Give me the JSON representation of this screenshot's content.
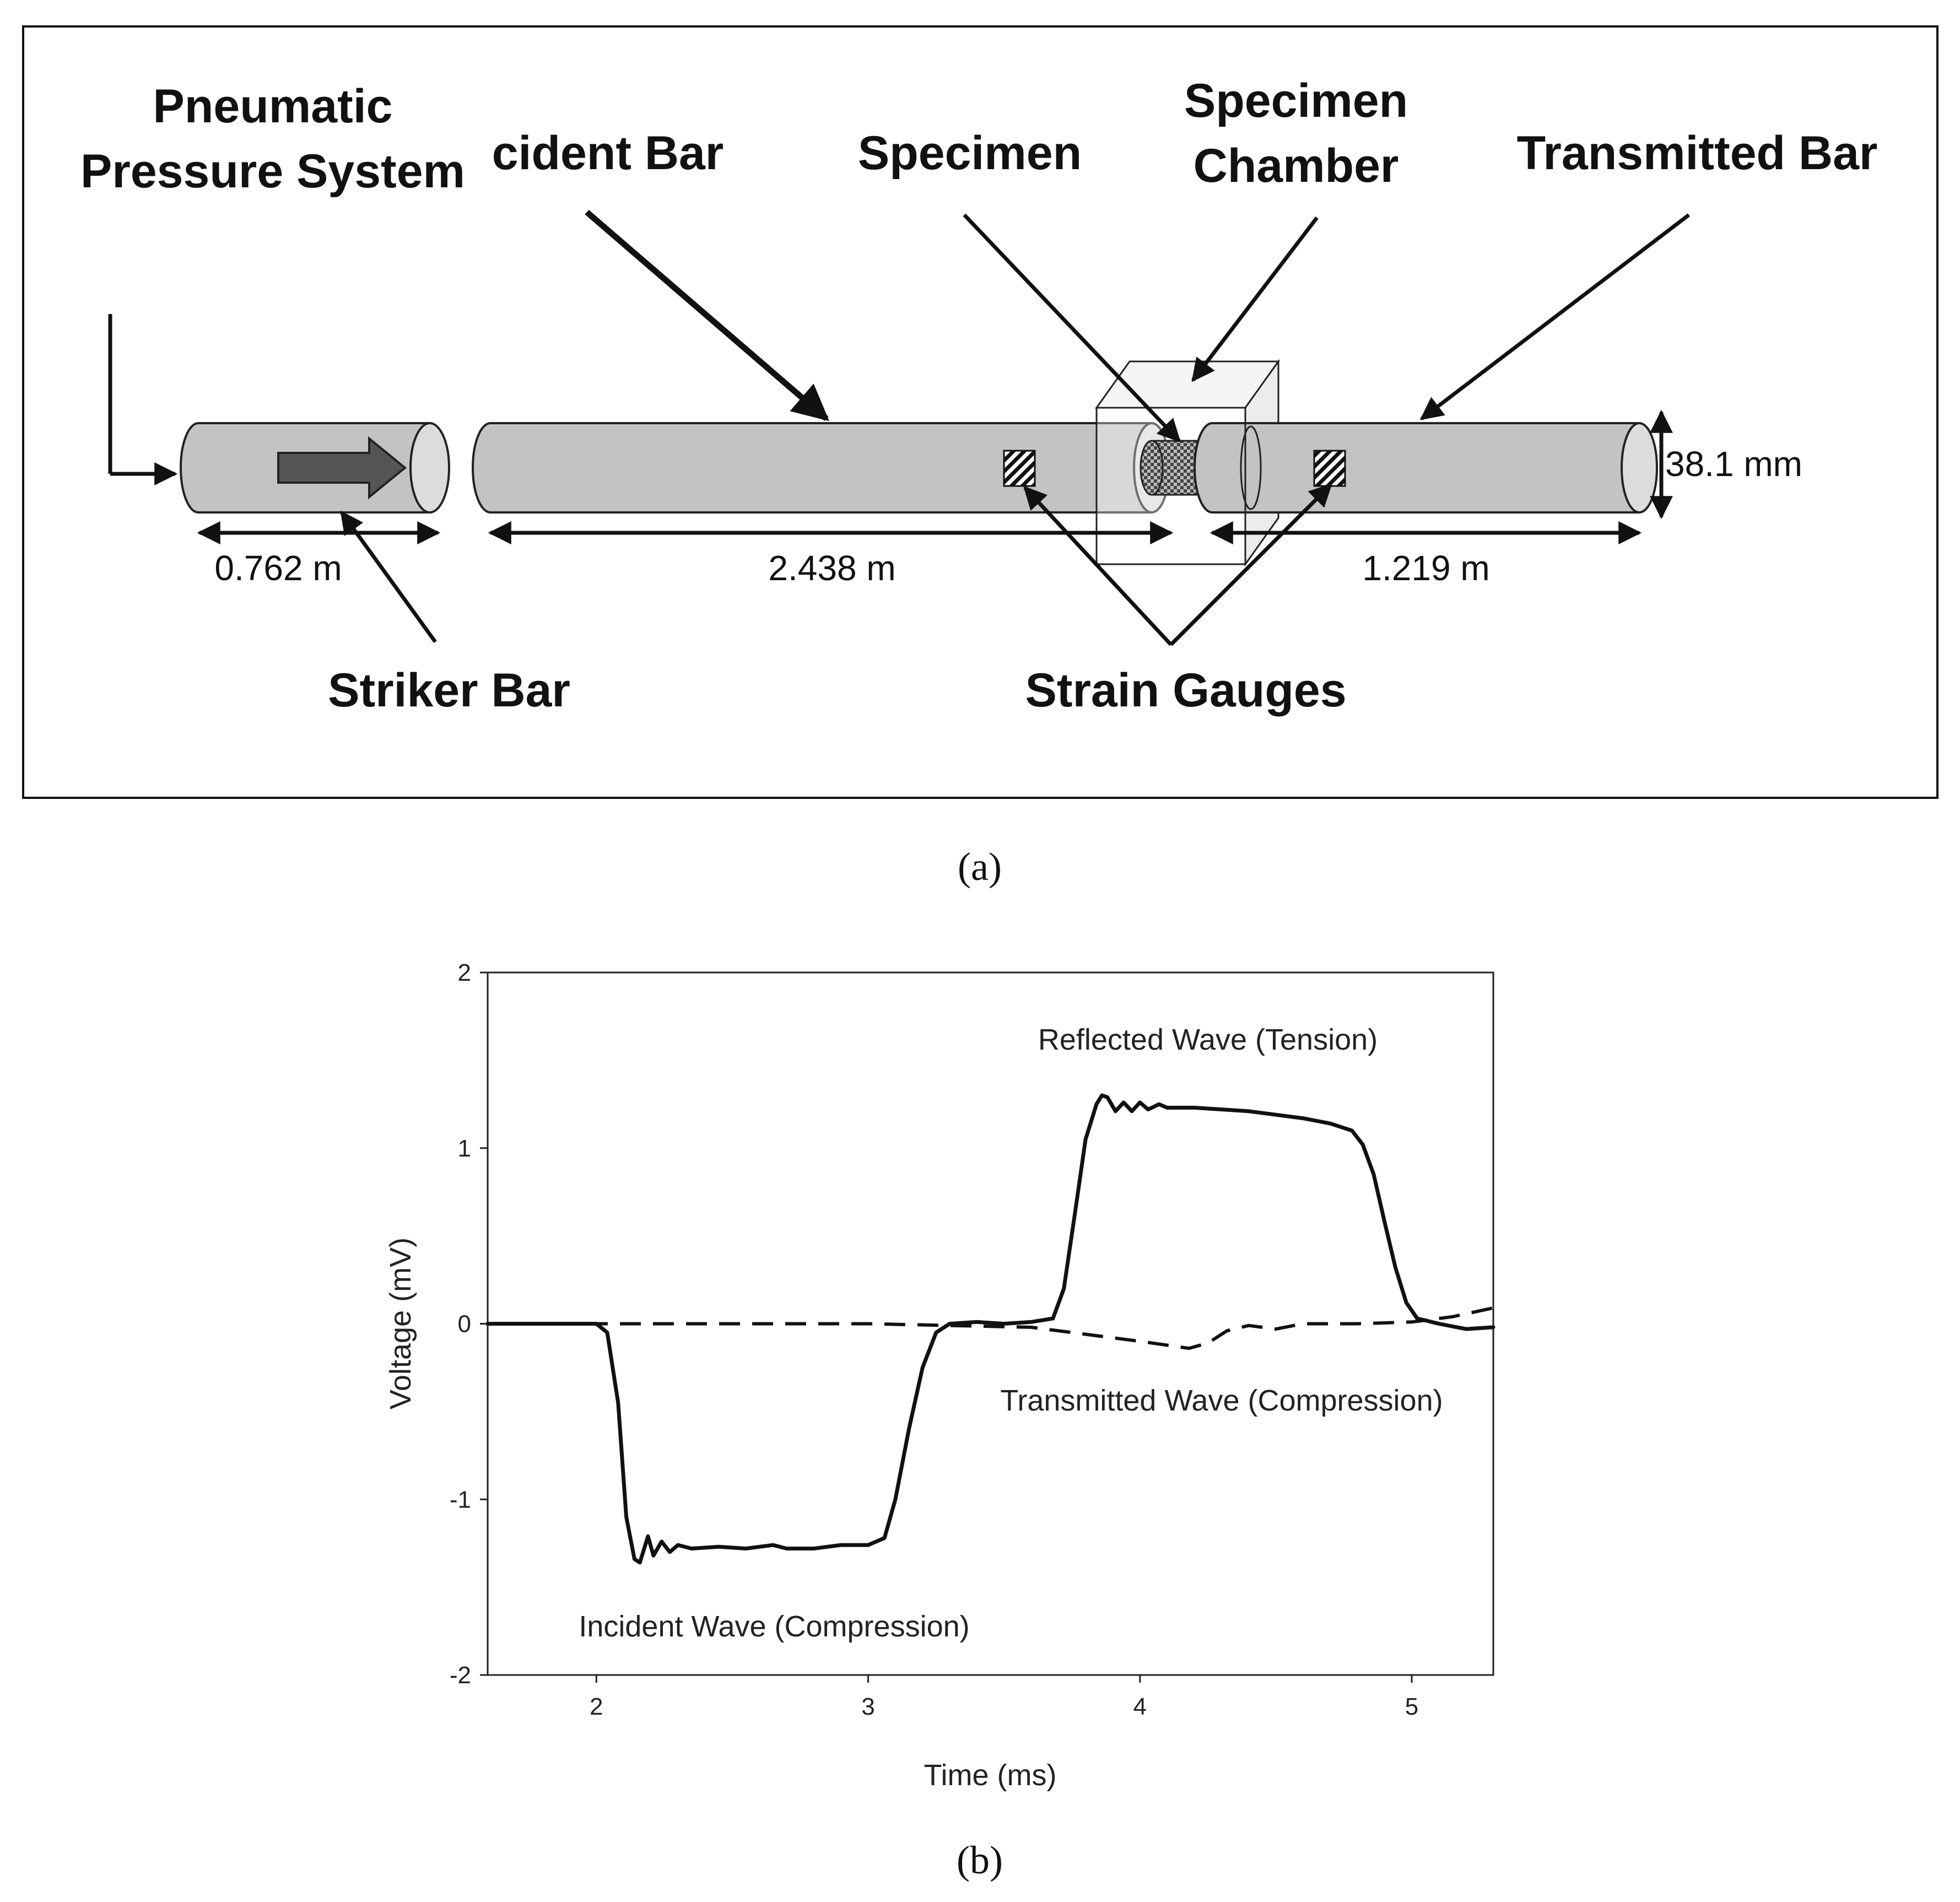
{
  "panel_a": {
    "labels": {
      "pneumatic_line1": "Pneumatic",
      "pneumatic_line2": "Pressure System",
      "incident_bar": "cident Bar",
      "specimen": "Specimen",
      "chamber_line1": "Specimen",
      "chamber_line2": "Chamber",
      "transmitted_bar": "Transmitted Bar",
      "striker_bar": "Striker Bar",
      "strain_gauges": "Strain Gauges"
    },
    "dimensions": {
      "striker_length": "0.762 m",
      "incident_length": "2.438 m",
      "transmitted_length": "1.219 m",
      "diameter": "38.1 mm"
    },
    "caption": "(a)"
  },
  "panel_b": {
    "caption": "(b)",
    "annotations": {
      "reflected": "Reflected Wave (Tension)",
      "transmitted": "Transmitted Wave (Compression)",
      "incident": "Incident Wave (Compression)"
    }
  },
  "chart_data": {
    "type": "line",
    "xlabel": "Time (ms)",
    "ylabel": "Voltage (mV)",
    "xlim": [
      1.6,
      5.3
    ],
    "ylim": [
      -2,
      2
    ],
    "xticks": [
      2,
      3,
      4,
      5
    ],
    "yticks": [
      -2,
      -1,
      0,
      1,
      2
    ],
    "grid": false,
    "series": [
      {
        "style": "solid",
        "x": [
          1.6,
          2.0,
          2.04,
          2.08,
          2.11,
          2.14,
          2.16,
          2.19,
          2.21,
          2.24,
          2.27,
          2.3,
          2.35,
          2.45,
          2.55,
          2.65,
          2.7,
          2.8,
          2.9,
          3.0,
          3.06,
          3.1,
          3.15,
          3.2,
          3.25,
          3.3,
          3.4,
          3.5,
          3.6,
          3.68,
          3.72,
          3.76,
          3.8,
          3.84,
          3.86,
          3.88,
          3.91,
          3.94,
          3.97,
          4.0,
          4.03,
          4.07,
          4.1,
          4.2,
          4.4,
          4.6,
          4.7,
          4.78,
          4.82,
          4.86,
          4.9,
          4.94,
          4.98,
          5.02,
          5.1,
          5.2,
          5.3
        ],
        "y": [
          0,
          0,
          -0.05,
          -0.45,
          -1.1,
          -1.34,
          -1.36,
          -1.21,
          -1.32,
          -1.24,
          -1.3,
          -1.26,
          -1.28,
          -1.27,
          -1.28,
          -1.26,
          -1.28,
          -1.28,
          -1.26,
          -1.26,
          -1.22,
          -1.0,
          -0.6,
          -0.25,
          -0.05,
          0.0,
          0.01,
          0.0,
          0.01,
          0.03,
          0.2,
          0.62,
          1.05,
          1.25,
          1.3,
          1.29,
          1.21,
          1.26,
          1.21,
          1.26,
          1.22,
          1.25,
          1.23,
          1.23,
          1.21,
          1.17,
          1.14,
          1.1,
          1.02,
          0.85,
          0.58,
          0.32,
          0.12,
          0.03,
          0.0,
          -0.03,
          -0.02
        ]
      },
      {
        "style": "dashed",
        "x": [
          1.6,
          2.0,
          3.0,
          3.3,
          3.6,
          3.8,
          4.0,
          4.18,
          4.25,
          4.32,
          4.4,
          4.5,
          4.6,
          4.8,
          5.0,
          5.15,
          5.3
        ],
        "y": [
          0,
          0,
          0,
          -0.01,
          -0.02,
          -0.06,
          -0.1,
          -0.14,
          -0.11,
          -0.04,
          -0.01,
          -0.03,
          0.0,
          0.0,
          0.01,
          0.04,
          0.09
        ]
      }
    ]
  }
}
